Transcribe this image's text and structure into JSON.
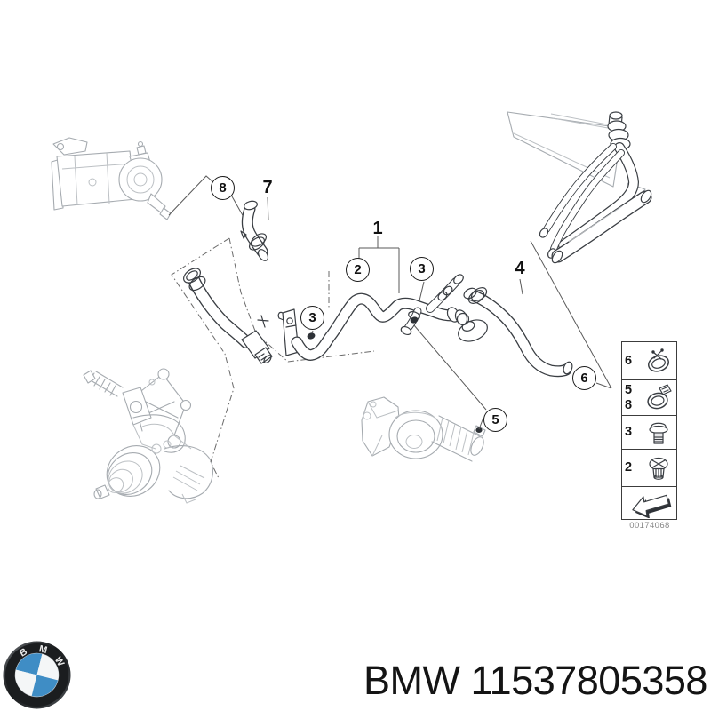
{
  "diagram": {
    "plain_callouts": [
      {
        "label": "1"
      },
      {
        "label": "7"
      },
      {
        "label": "4"
      }
    ],
    "circle_callouts": [
      {
        "label": "8"
      },
      {
        "label": "2"
      },
      {
        "label": "3"
      },
      {
        "label": "3"
      },
      {
        "label": "5"
      },
      {
        "label": "6"
      }
    ],
    "legend": {
      "rows": [
        {
          "labels": [
            "6"
          ],
          "icon": "spring-clamp-icon"
        },
        {
          "labels": [
            "5",
            "8"
          ],
          "icon": "worm-clamp-icon"
        },
        {
          "labels": [
            "3"
          ],
          "icon": "flange-bolt-icon"
        },
        {
          "labels": [
            "2"
          ],
          "icon": "sealing-plug-icon"
        },
        {
          "labels": [],
          "icon": "direction-arrow-icon"
        }
      ],
      "drawing_number": "00174068"
    }
  },
  "footer": {
    "logo_letters": [
      "B",
      "M",
      "W"
    ],
    "part_text": "BMW 11537805358"
  },
  "colors": {
    "roundel_blue": "#3f8dc5"
  }
}
